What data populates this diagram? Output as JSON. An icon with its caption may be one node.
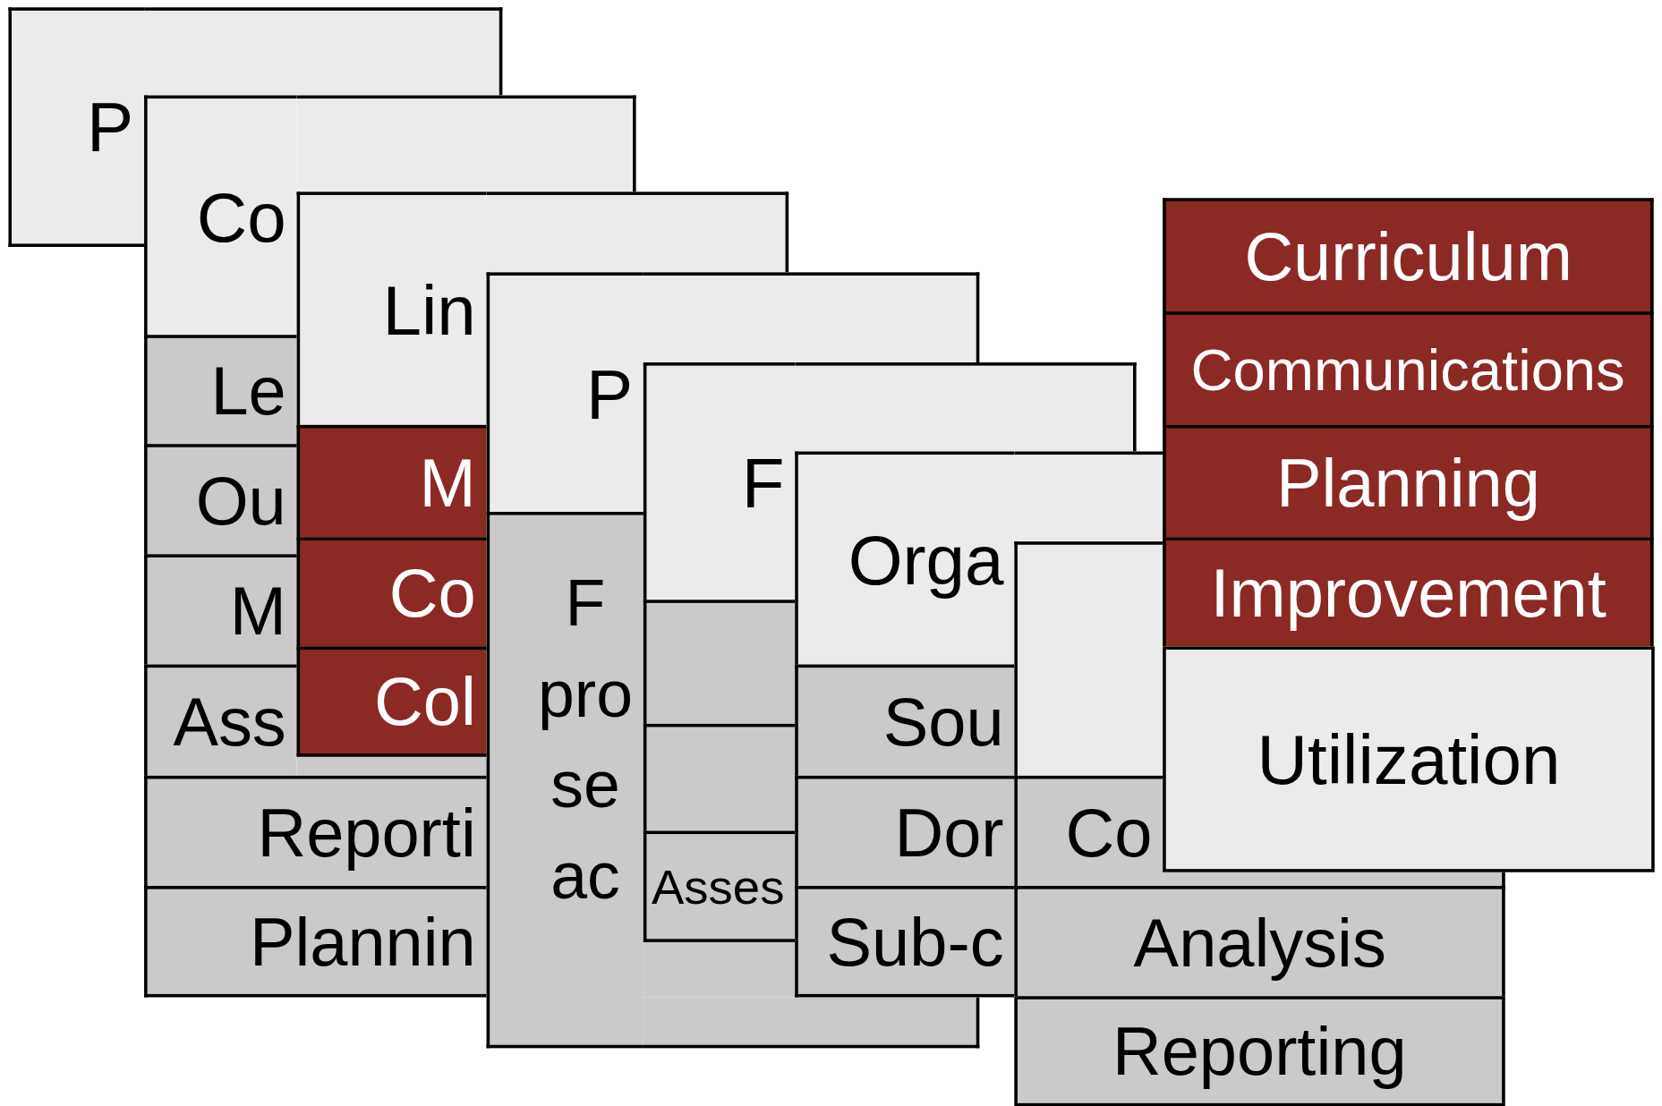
{
  "diagram": {
    "nodes": [
      {
        "text": [
          "P"
        ]
      },
      {
        "text": [
          "Co"
        ]
      },
      {
        "text": [
          "Le"
        ]
      },
      {
        "text": [
          "Ou"
        ]
      },
      {
        "text": [
          "M"
        ]
      },
      {
        "text": [
          "Ass"
        ]
      },
      {
        "text": [
          "Reporti"
        ]
      },
      {
        "text": [
          "Plannin"
        ]
      },
      {
        "text": [
          "Lin"
        ]
      },
      {
        "text": [
          "M"
        ]
      },
      {
        "text": [
          "Co"
        ]
      },
      {
        "text": [
          "Col"
        ]
      },
      {
        "text": [
          "P"
        ]
      },
      {
        "text": [
          "F pro se ac"
        ]
      },
      {
        "text": [
          "F"
        ]
      },
      {
        "text": [],
        "shape": "box"
      },
      {
        "text": [],
        "shape": "box"
      },
      {
        "text": [
          "Asses"
        ]
      },
      {
        "text": [
          "Orga"
        ]
      },
      {
        "text": [
          "Sou"
        ]
      },
      {
        "text": [
          "Dor"
        ]
      },
      {
        "text": [
          "Sub-c"
        ]
      },
      {
        "text": [],
        "shape": "box"
      },
      {
        "text": [
          "Co"
        ]
      },
      {
        "text": [
          "Analysis"
        ]
      },
      {
        "text": [
          "Reporting"
        ]
      },
      {
        "text": [
          "Curriculum"
        ]
      },
      {
        "text": [
          "Communications"
        ]
      },
      {
        "text": [
          "Planning"
        ]
      },
      {
        "text": [
          "Improvement"
        ]
      },
      {
        "text": [
          "Utilization"
        ]
      }
    ]
  }
}
